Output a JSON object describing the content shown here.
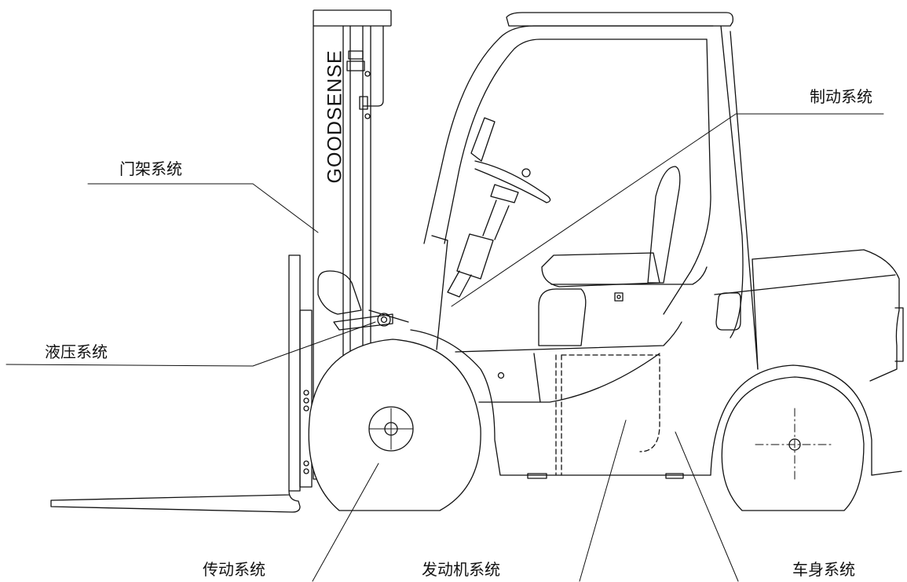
{
  "brand": "GOODSENSE",
  "labels": {
    "mast_system": "门架系统",
    "brake_system": "制动系统",
    "hydraulic_system": "液压系统",
    "transmission_system": "传动系统",
    "engine_system": "发动机系统",
    "body_system": "车身系统"
  },
  "colors": {
    "line": "#111111",
    "background": "#ffffff"
  }
}
